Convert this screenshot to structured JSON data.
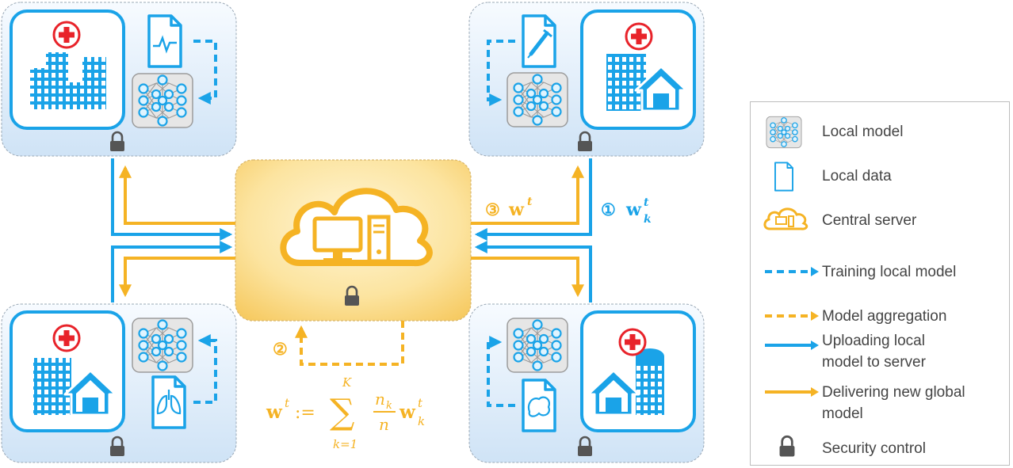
{
  "labels": {
    "step1": "①",
    "upload_weight": "w",
    "upload_sup": "t",
    "upload_sub": "k",
    "step3": "③",
    "deliver_weight": "w",
    "deliver_sup": "t",
    "step2": "②",
    "formula": {
      "lhs": "w",
      "lhs_sup": "t",
      "assign": ":=",
      "sum_upper": "K",
      "sum_lower": "k=1",
      "frac_num": "n",
      "frac_num_sub": "k",
      "frac_den": "n",
      "rhs": "w",
      "rhs_sup": "t",
      "rhs_sub": "k"
    }
  },
  "legend": {
    "items": [
      {
        "icon": "neural-network-icon",
        "label": "Local model"
      },
      {
        "icon": "document-icon",
        "label": "Local data"
      },
      {
        "icon": "cloud-server-icon",
        "label": "Central server"
      },
      {
        "icon": "dashed-blue-arrow-icon",
        "label": "Training local model"
      },
      {
        "icon": "dashed-orange-arrow-icon",
        "label": "Model aggregation"
      },
      {
        "icon": "solid-blue-arrow-icon",
        "label": "Uploading local",
        "label2": "model to server"
      },
      {
        "icon": "solid-orange-arrow-icon",
        "label": "Delivering new global",
        "label2": "model"
      },
      {
        "icon": "lock-icon",
        "label": "Security control"
      }
    ]
  },
  "colors": {
    "blue": "#1aa3e8",
    "orange": "#f5b324",
    "red": "#e8232a",
    "node_fill": "#dff4ff",
    "panel_top": "#f7fbff",
    "panel_bottom": "#cfe3f6"
  }
}
